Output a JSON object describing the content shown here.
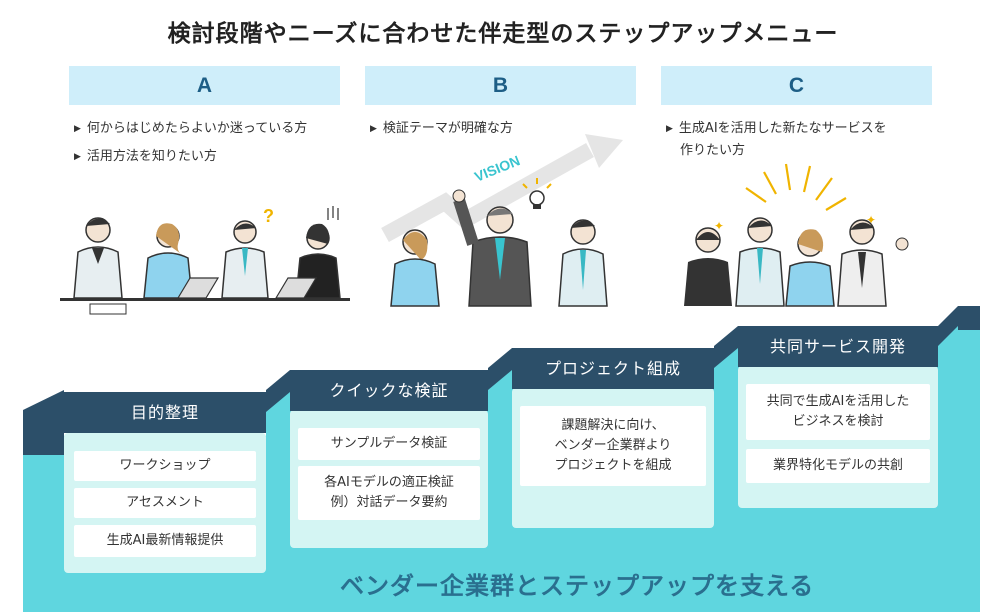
{
  "title": "検討段階やニーズに合わせた伴走型のステップアップメニュー",
  "columns": [
    {
      "label": "A",
      "bullets": [
        "何からはじめたらよいか迷っている方",
        "活用方法を知りたい方"
      ]
    },
    {
      "label": "B",
      "bullets": [
        "検証テーマが明確な方"
      ]
    },
    {
      "label": "C",
      "bullets": [
        "生成AIを活用した新たなサービスを",
        "作りたい方"
      ]
    }
  ],
  "vision_label": "VISION",
  "steps": [
    {
      "title": "目的整理",
      "items": [
        "ワークショップ",
        "アセスメント",
        "生成AI最新情報提供"
      ]
    },
    {
      "title": "クイックな検証",
      "items": [
        "サンプルデータ検証",
        "各AIモデルの適正検証",
        "例）対話データ要約"
      ]
    },
    {
      "title": "プロジェクト組成",
      "items": [
        "課題解決に向け、",
        "ベンダー企業群より",
        "プロジェクトを組成"
      ]
    },
    {
      "title": "共同サービス開発",
      "items": [
        "共同で生成AIを活用した",
        "ビジネスを検討",
        "業界特化モデルの共創"
      ]
    }
  ],
  "slogan": "ベンダー企業群とステップアップを支える",
  "colors": {
    "header_bg": "#cfeefa",
    "header_text": "#1d5e86",
    "step_dark": "#2c4f69",
    "teal": "#5fd6df",
    "light": "#d4f5f3"
  },
  "icons": [
    "triangle-bullet-icon",
    "vision-arrow-icon",
    "lightbulb-icon",
    "question-mark-icon"
  ]
}
